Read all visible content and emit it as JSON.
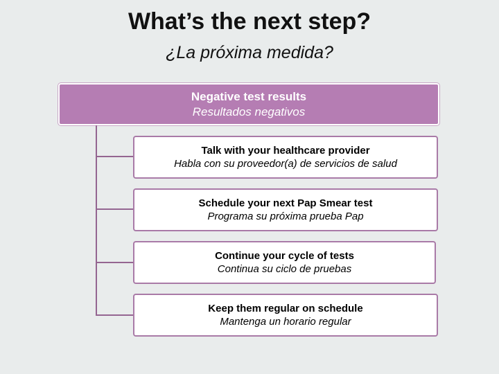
{
  "title": "What’s the next step?",
  "subtitle": "¿La próxima medida?",
  "header": {
    "line1": "Negative test results",
    "line2": "Resultados negativos"
  },
  "steps": [
    {
      "en": "Talk with your healthcare provider",
      "es": "Habla con su proveedor(a) de servicios de salud"
    },
    {
      "en": "Schedule your next Pap Smear test",
      "es": "Programa su próxima prueba Pap"
    },
    {
      "en": "Continue your cycle of tests",
      "es": "Continua su ciclo de pruebas"
    },
    {
      "en": "Keep them regular on schedule",
      "es": "Mantenga un horario regular"
    }
  ],
  "colors": {
    "header_fill": "#b57db3",
    "connector": "#946591",
    "node_border": "#a97aa7",
    "background": "#e9ecec"
  }
}
